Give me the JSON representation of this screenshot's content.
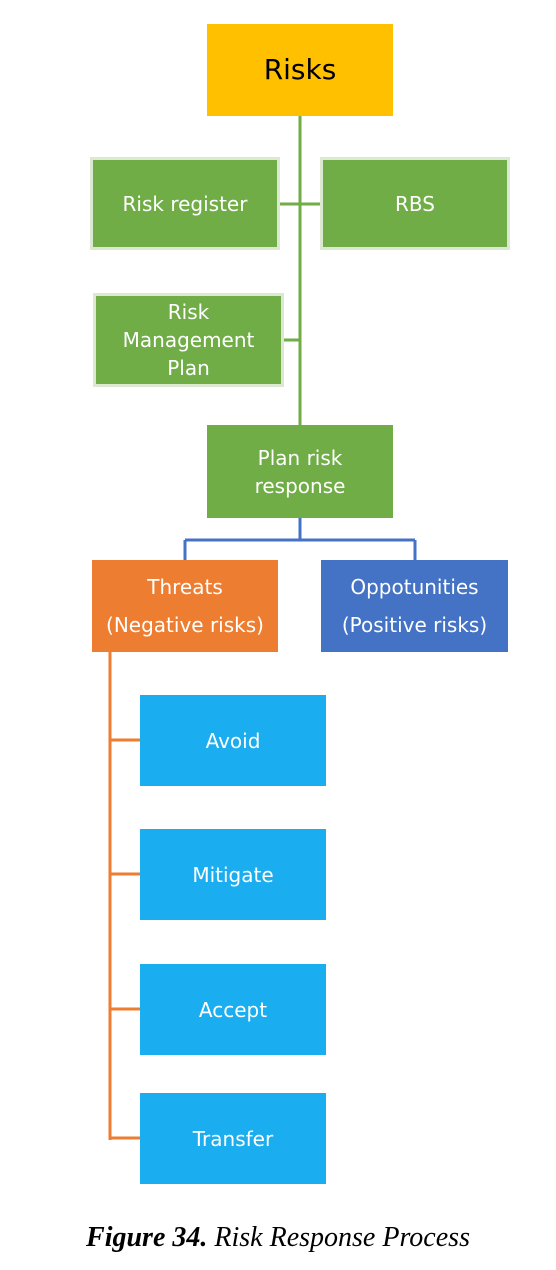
{
  "diagram": {
    "root": "Risks",
    "inputs": {
      "risk_register": "Risk register",
      "rbs": "RBS",
      "risk_management_plan": "Risk\nManagement\nPlan"
    },
    "process": "Plan risk\nresponse",
    "branches": {
      "threats": "Threats\n(Negative risks)",
      "opportunities": "Oppotunities\n(Positive risks)"
    },
    "threat_responses": [
      "Avoid",
      "Mitigate",
      "Accept",
      "Transfer"
    ],
    "colors": {
      "root": "#ffc000",
      "inputs": "#70ad47",
      "threats": "#ed7d31",
      "opportunities": "#4472c4",
      "responses": "#1aadef"
    }
  },
  "caption": {
    "label": "Figure 34.",
    "text": "Risk Response Process"
  }
}
